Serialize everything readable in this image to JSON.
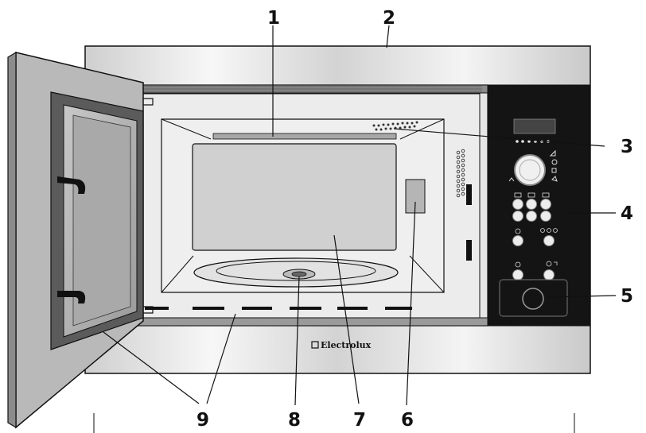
{
  "brand": {
    "name": "Electrolux"
  },
  "callouts": [
    "1",
    "2",
    "3",
    "4",
    "5",
    "6",
    "7",
    "8",
    "9"
  ],
  "colors": {
    "cabinet": "#d9d9d9",
    "cabinet_highlight": "#f6f6f6",
    "panel": "#141414",
    "cavity": "#ebebeb",
    "line": "#111111"
  },
  "icons": [
    "door-handle-icon",
    "control-dial-icon",
    "program-button-icon",
    "start-button-icon",
    "door-release-button-icon",
    "turntable-icon",
    "grill-element-icon",
    "waveguide-cover-icon",
    "brand-logo-icon"
  ]
}
